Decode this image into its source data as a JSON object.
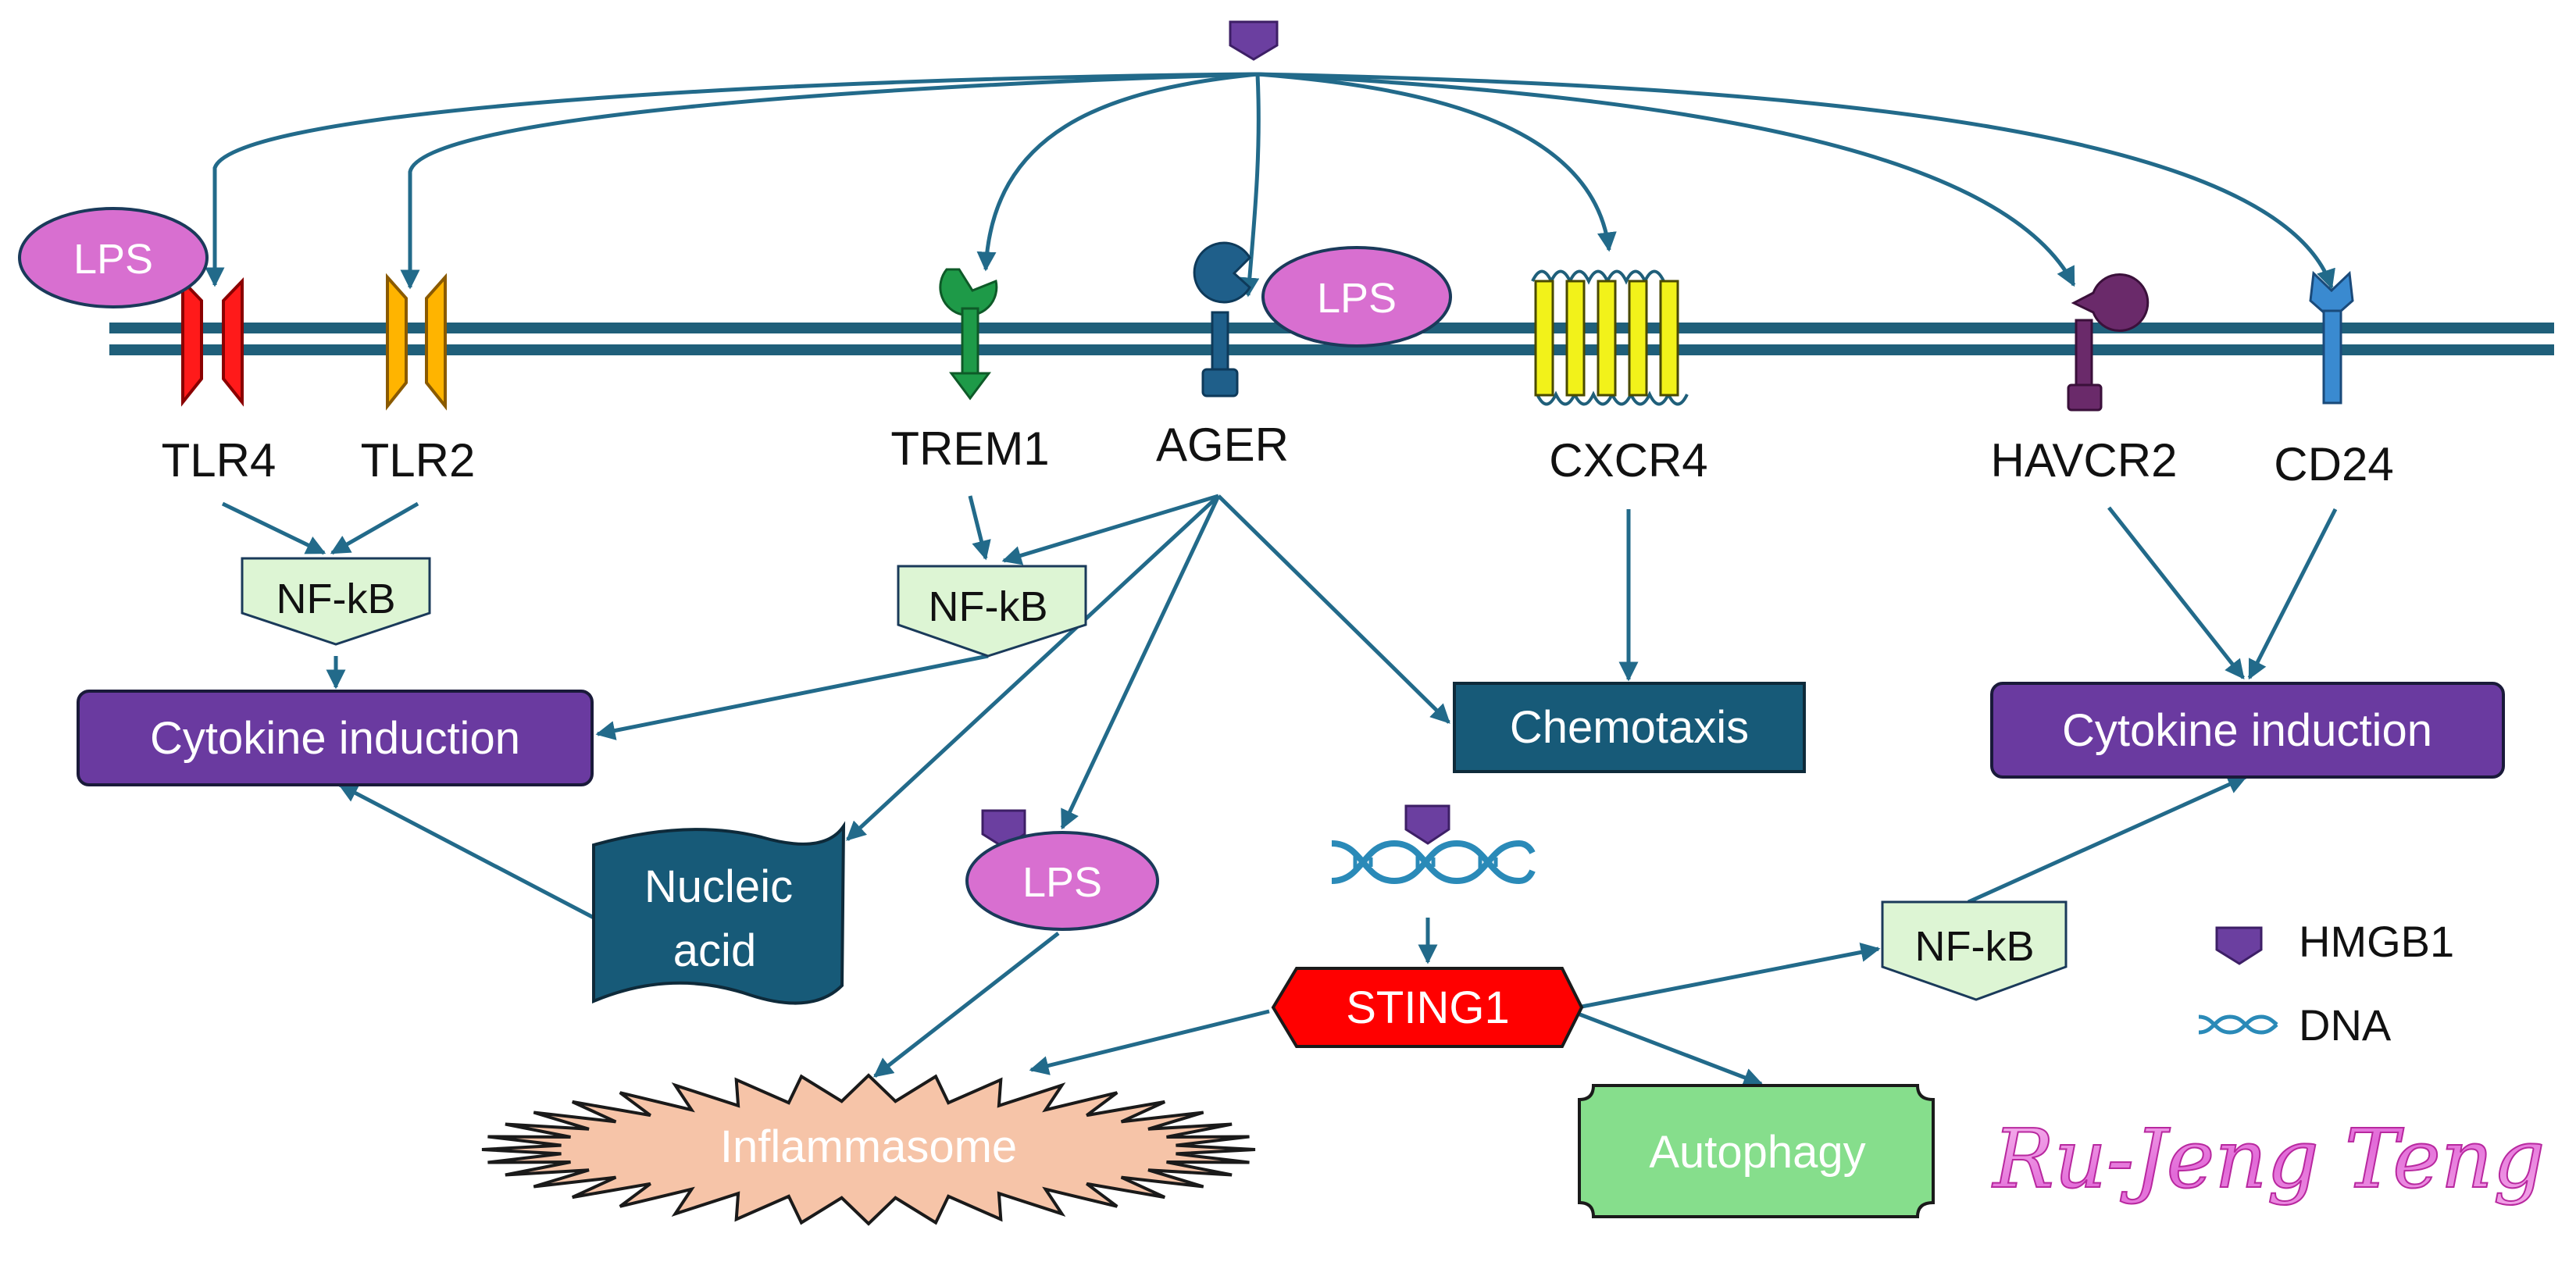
{
  "hmgb1_label": "HMGB1",
  "dna_label": "DNA",
  "receptors": {
    "tlr4": "TLR4",
    "tlr2": "TLR2",
    "trem1": "TREM1",
    "ager": "AGER",
    "cxcr4": "CXCR4",
    "havcr2": "HAVCR2",
    "cd24": "CD24"
  },
  "lps": {
    "tlr4": "LPS",
    "ager": "LPS",
    "nucleic": "LPS"
  },
  "nfkb": {
    "left": "NF-kB",
    "trem1": "NF-kB",
    "sting": "NF-kB"
  },
  "boxes": {
    "cytokine_left": "Cytokine induction",
    "cytokine_right": "Cytokine induction",
    "chemotaxis": "Chemotaxis",
    "nucleic_line1": "Nucleic",
    "nucleic_line2": "acid",
    "sting1": "STING1",
    "inflammasome": "Inflammasome",
    "autophagy": "Autophagy"
  },
  "signature": "Ru-Jeng Teng",
  "colors": {
    "membrane": "#1f5f7a",
    "arrow": "#226a8a",
    "hmgb1": "#6b3fa0",
    "lps": "#d86fd0",
    "nfkb_fill": "#ddf5d4",
    "cytokine": "#6a3aa0",
    "chemotaxis": "#175a78",
    "sting": "#ff0000",
    "autophagy": "#86de8c",
    "inflammasome": "#f6c4a8",
    "dna": "#2a8ab8"
  }
}
